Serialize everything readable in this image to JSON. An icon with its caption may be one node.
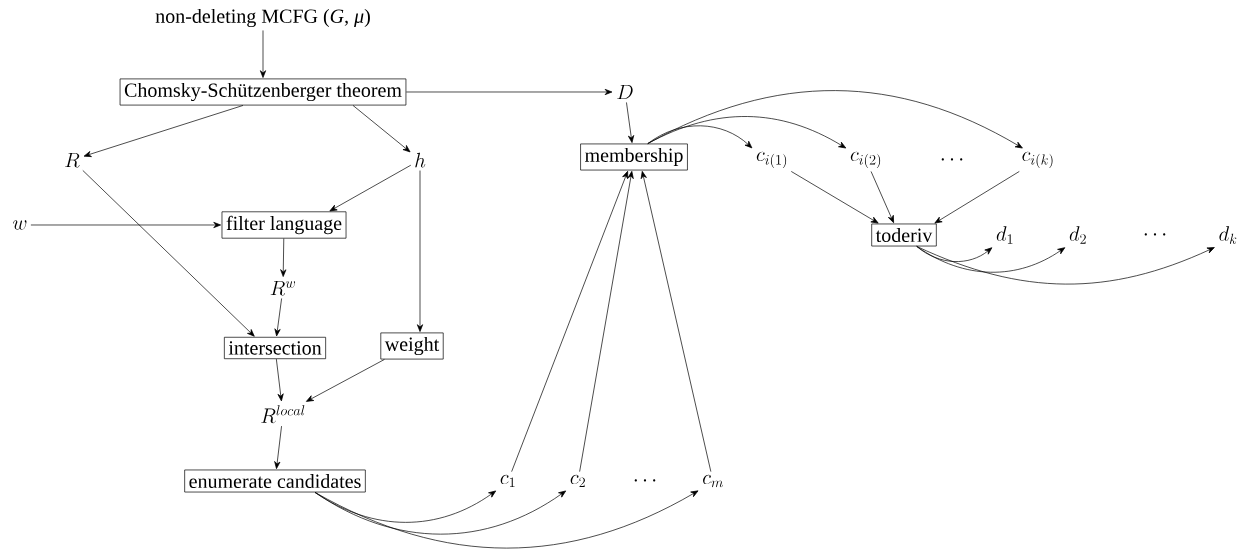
{
  "diagram": {
    "nodes": [
      {
        "text": [
          "non-deleting MCFG (*G*, *μ*)"
        ]
      },
      {
        "text": [
          "Chomsky-Schützenberger theorem"
        ]
      },
      {
        "text": [
          "D"
        ]
      },
      {
        "text": [
          "R"
        ]
      },
      {
        "text": [
          "h"
        ]
      },
      {
        "text": [
          "membership"
        ]
      },
      {
        "text": [
          "c_{i(1)}"
        ]
      },
      {
        "text": [
          "c_{i(2)}"
        ]
      },
      {
        "text": [
          "c_{i(k)}"
        ]
      },
      {
        "text": [
          "w"
        ]
      },
      {
        "text": [
          "filter language"
        ]
      },
      {
        "text": [
          "toderiv"
        ]
      },
      {
        "text": [
          "d_1"
        ]
      },
      {
        "text": [
          "d_2"
        ]
      },
      {
        "text": [
          "d_k"
        ]
      },
      {
        "text": [
          "R^{w}"
        ]
      },
      {
        "text": [
          "intersection"
        ]
      },
      {
        "text": [
          "weight"
        ]
      },
      {
        "text": [
          "R^{local}"
        ]
      },
      {
        "text": [
          "enumerate candidates"
        ]
      },
      {
        "text": [
          "c_1"
        ]
      },
      {
        "text": [
          "c_2"
        ]
      },
      {
        "text": [
          "c_m"
        ]
      }
    ],
    "edges": [
      {
        "from": 0,
        "to": 1,
        "arrow": "to"
      },
      {
        "from": 1,
        "to": 2,
        "arrow": "to"
      },
      {
        "from": 1,
        "to": 3,
        "arrow": "to"
      },
      {
        "from": 1,
        "to": 4,
        "arrow": "to"
      },
      {
        "from": 2,
        "to": 5,
        "arrow": "to"
      },
      {
        "from": 5,
        "to": 6,
        "arrow": "to"
      },
      {
        "from": 5,
        "to": 7,
        "arrow": "to"
      },
      {
        "from": 5,
        "to": 8,
        "arrow": "to"
      },
      {
        "from": 4,
        "to": 10,
        "arrow": "to"
      },
      {
        "from": 9,
        "to": 10,
        "arrow": "to"
      },
      {
        "from": 10,
        "to": 15,
        "arrow": "to"
      },
      {
        "from": 3,
        "to": 16,
        "arrow": "to"
      },
      {
        "from": 15,
        "to": 16,
        "arrow": "to"
      },
      {
        "from": 4,
        "to": 17,
        "arrow": "to"
      },
      {
        "from": 16,
        "to": 18,
        "arrow": "to"
      },
      {
        "from": 17,
        "to": 18,
        "arrow": "to"
      },
      {
        "from": 18,
        "to": 19,
        "arrow": "to"
      },
      {
        "from": 19,
        "to": 20,
        "arrow": "to"
      },
      {
        "from": 19,
        "to": 21,
        "arrow": "to"
      },
      {
        "from": 19,
        "to": 22,
        "arrow": "to"
      },
      {
        "from": 20,
        "to": 5,
        "arrow": "to"
      },
      {
        "from": 21,
        "to": 5,
        "arrow": "to"
      },
      {
        "from": 22,
        "to": 5,
        "arrow": "to"
      },
      {
        "from": 6,
        "to": 11,
        "arrow": "to"
      },
      {
        "from": 7,
        "to": 11,
        "arrow": "to"
      },
      {
        "from": 8,
        "to": 11,
        "arrow": "to"
      },
      {
        "from": 11,
        "to": 12,
        "arrow": "to"
      },
      {
        "from": 11,
        "to": 13,
        "arrow": "to"
      },
      {
        "from": 11,
        "to": 14,
        "arrow": "to"
      }
    ],
    "labels": [
      "\\cdots",
      "\\cdots",
      "\\cdots"
    ]
  }
}
